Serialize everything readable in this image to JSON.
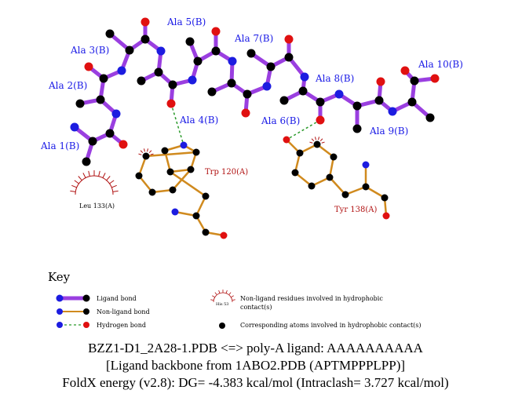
{
  "colors": {
    "ligand_bond": "#9a3fe0",
    "nonligand_bond": "#d08a1e",
    "hbond": "#2a9a2a",
    "carbon": "#000000",
    "nitrogen": "#1c1ce0",
    "oxygen": "#e01010",
    "ligand_label": "#1a1ae6",
    "residue_label": "#b01010",
    "hydrophobic": "#b01010"
  },
  "ligand_residues": [
    "Ala 1(B)",
    "Ala 2(B)",
    "Ala 3(B)",
    "Ala 4(B)",
    "Ala 5(B)",
    "Ala 6(B)",
    "Ala 7(B)",
    "Ala 8(B)",
    "Ala 9(B)",
    "Ala 10(B)"
  ],
  "protein_residues": {
    "trp": "Trp 120(A)",
    "tyr": "Tyr 138(A)",
    "leu": "Leu 133(A)"
  },
  "key": {
    "title": "Key",
    "ligand_bond": "Ligand bond",
    "nonligand_bond": "Non-ligand bond",
    "hbond": "Hydrogen bond",
    "hydrophobic_residue_example": "His 53",
    "hydrophobic_residues_line1": "Non-ligand residues involved in hydrophobic",
    "hydrophobic_residues_line2": "contact(s)",
    "hydrophobic_atoms": "Corresponding atoms involved in hydrophobic contact(s)"
  },
  "footer": {
    "line1": "BZZ1-D1_2A28-1.PDB <=> poly-A ligand: AAAAAAAAAA",
    "line2": "[Ligand backbone from 1ABO2.PDB (APTMPPPLPP)]",
    "line3": "FoldX energy (v2.8): DG= -4.383 kcal/mol (Intraclash= 3.727 kcal/mol)"
  }
}
